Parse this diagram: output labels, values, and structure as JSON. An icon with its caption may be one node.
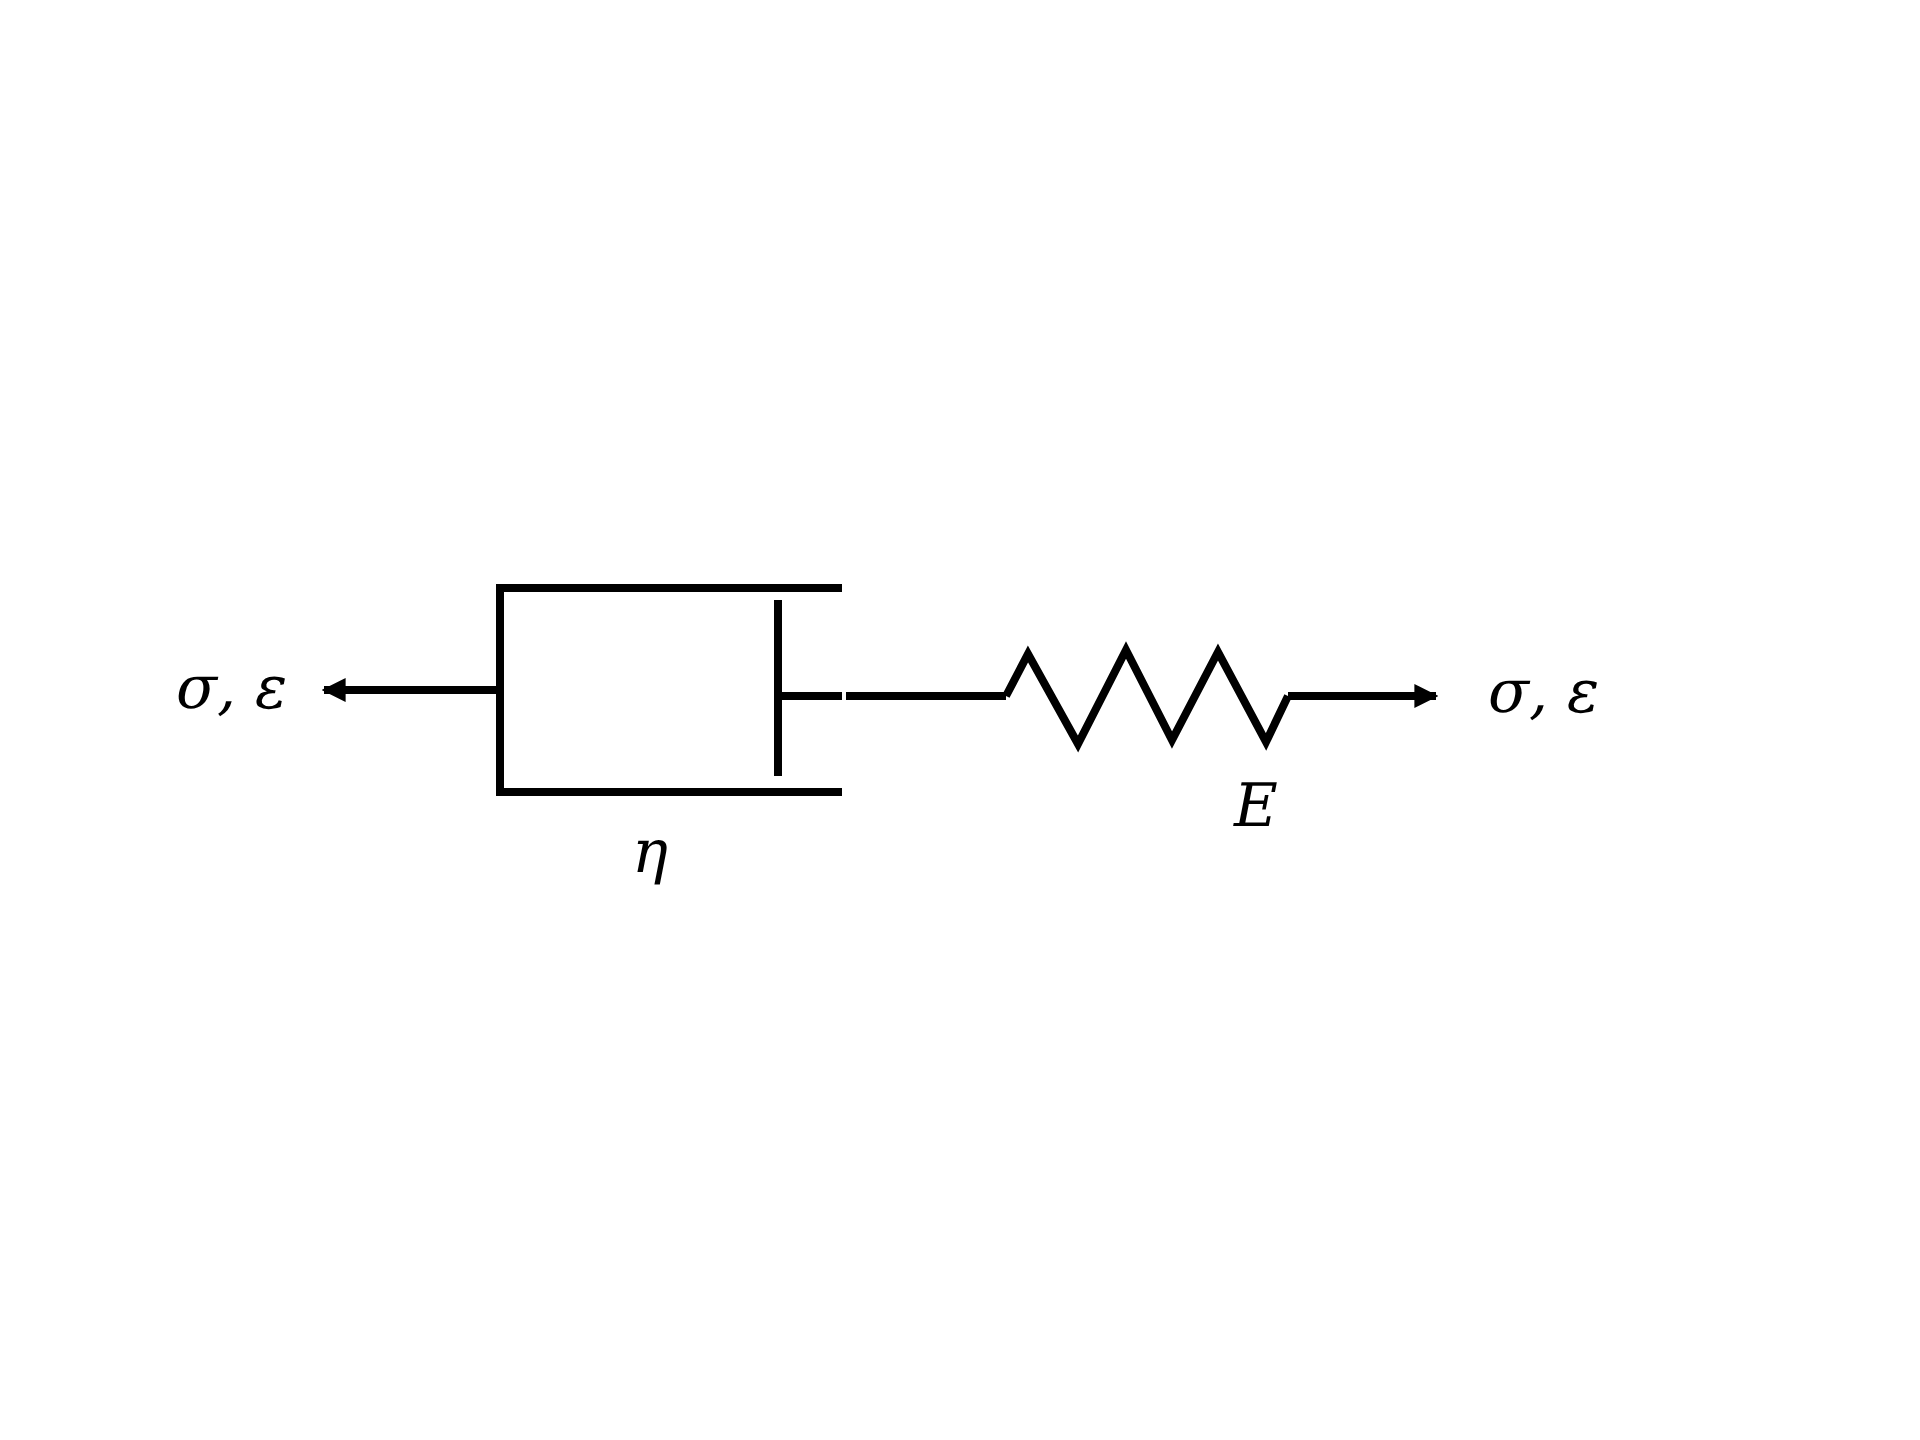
{
  "diagram": {
    "nodes": [
      {
        "text": [],
        "shape": "dashpot",
        "beside": [
          "η"
        ]
      },
      {
        "text": [],
        "shape": "spring",
        "beside": [
          "E"
        ]
      }
    ],
    "edges": [
      {
        "from": 0,
        "to": 1,
        "arrow": "none"
      }
    ],
    "labels": [
      "σ, ε",
      "σ, ε"
    ]
  }
}
